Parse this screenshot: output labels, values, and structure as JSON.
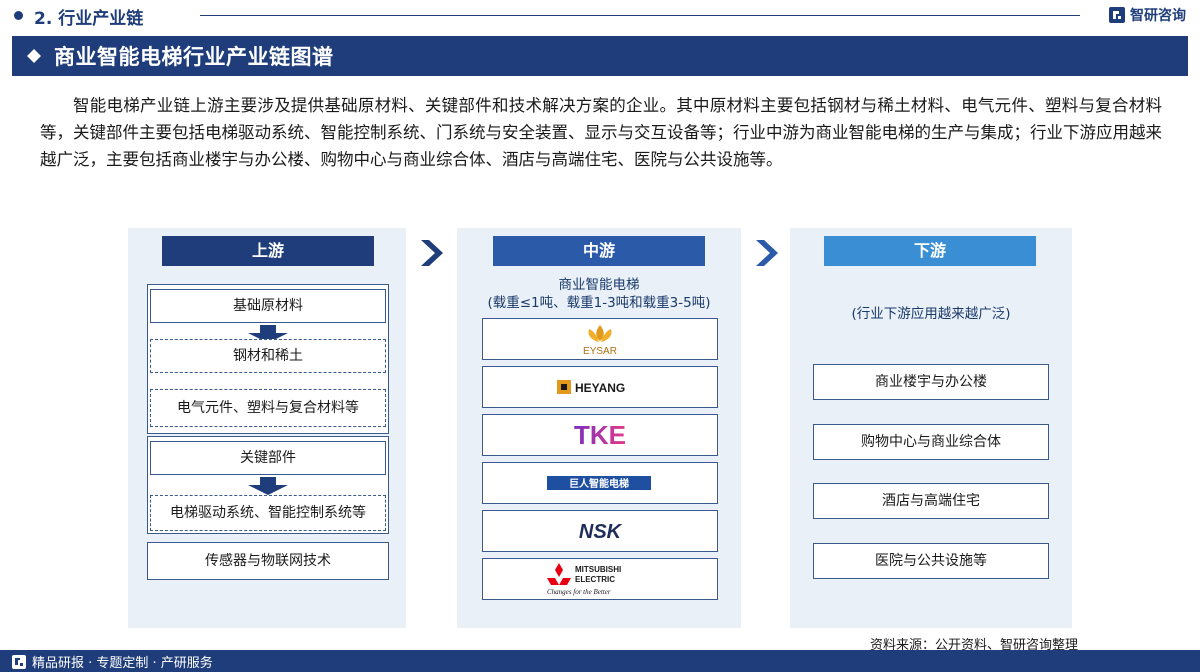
{
  "section": {
    "number_title": "2. 行业产业链"
  },
  "brand": {
    "name": "智研咨询"
  },
  "banner": {
    "title": "商业智能电梯行业产业链图谱"
  },
  "intro": "智能电梯产业链上游主要涉及提供基础原材料、关键部件和技术解决方案的企业。其中原材料主要包括钢材与稀土材料、电气元件、塑料与复合材料等，关键部件主要包括电梯驱动系统、智能控制系统、门系统与安全装置、显示与交互设备等；行业中游为商业智能电梯的生产与集成；行业下游应用越来越广泛，主要包括商业楼宇与办公楼、购物中心与商业综合体、酒店与高端住宅、医院与公共设施等。",
  "upstream": {
    "header": "上游",
    "group1": {
      "title": "基础原材料",
      "items": [
        "钢材和稀土",
        "电气元件、塑料与复合材料等"
      ]
    },
    "group2": {
      "title": "关键部件",
      "items": [
        "电梯驱动系统、智能控制系统等"
      ]
    },
    "tech": "传感器与物联网技术"
  },
  "midstream": {
    "header": "中游",
    "label_line1": "商业智能电梯",
    "label_line2": "(载重≤1吨、载重1-3吨和载重3-5吨)",
    "logos": [
      "EYSAR",
      "HEYANG",
      "TKE",
      "巨人智能电梯",
      "NSK",
      "MITSUBISHI ELECTRIC"
    ],
    "logo_texts": {
      "eysar": "EYSAR",
      "heyang": "HEYANG",
      "tke": "TKE",
      "giant": "巨人智能电梯",
      "nsk": "NSK",
      "mitsubishi_1": "MITSUBISHI",
      "mitsubishi_2": "ELECTRIC",
      "mitsubishi_3": "Changes for the Better"
    }
  },
  "downstream": {
    "header": "下游",
    "note": "(行业下游应用越来越广泛)",
    "items": [
      "商业楼宇与办公楼",
      "购物中心与商业综合体",
      "酒店与高端住宅",
      "医院与公共设施等"
    ]
  },
  "footer": {
    "source": "资料来源：公开资料、智研咨询整理",
    "tagline": "精品研报 · 专题定制 · 产研服务"
  },
  "colors": {
    "navy": "#1f3d7a",
    "mid_blue": "#2a5aa8",
    "light_blue": "#3a8fd4",
    "panel_bg": "#e9f0f8"
  }
}
